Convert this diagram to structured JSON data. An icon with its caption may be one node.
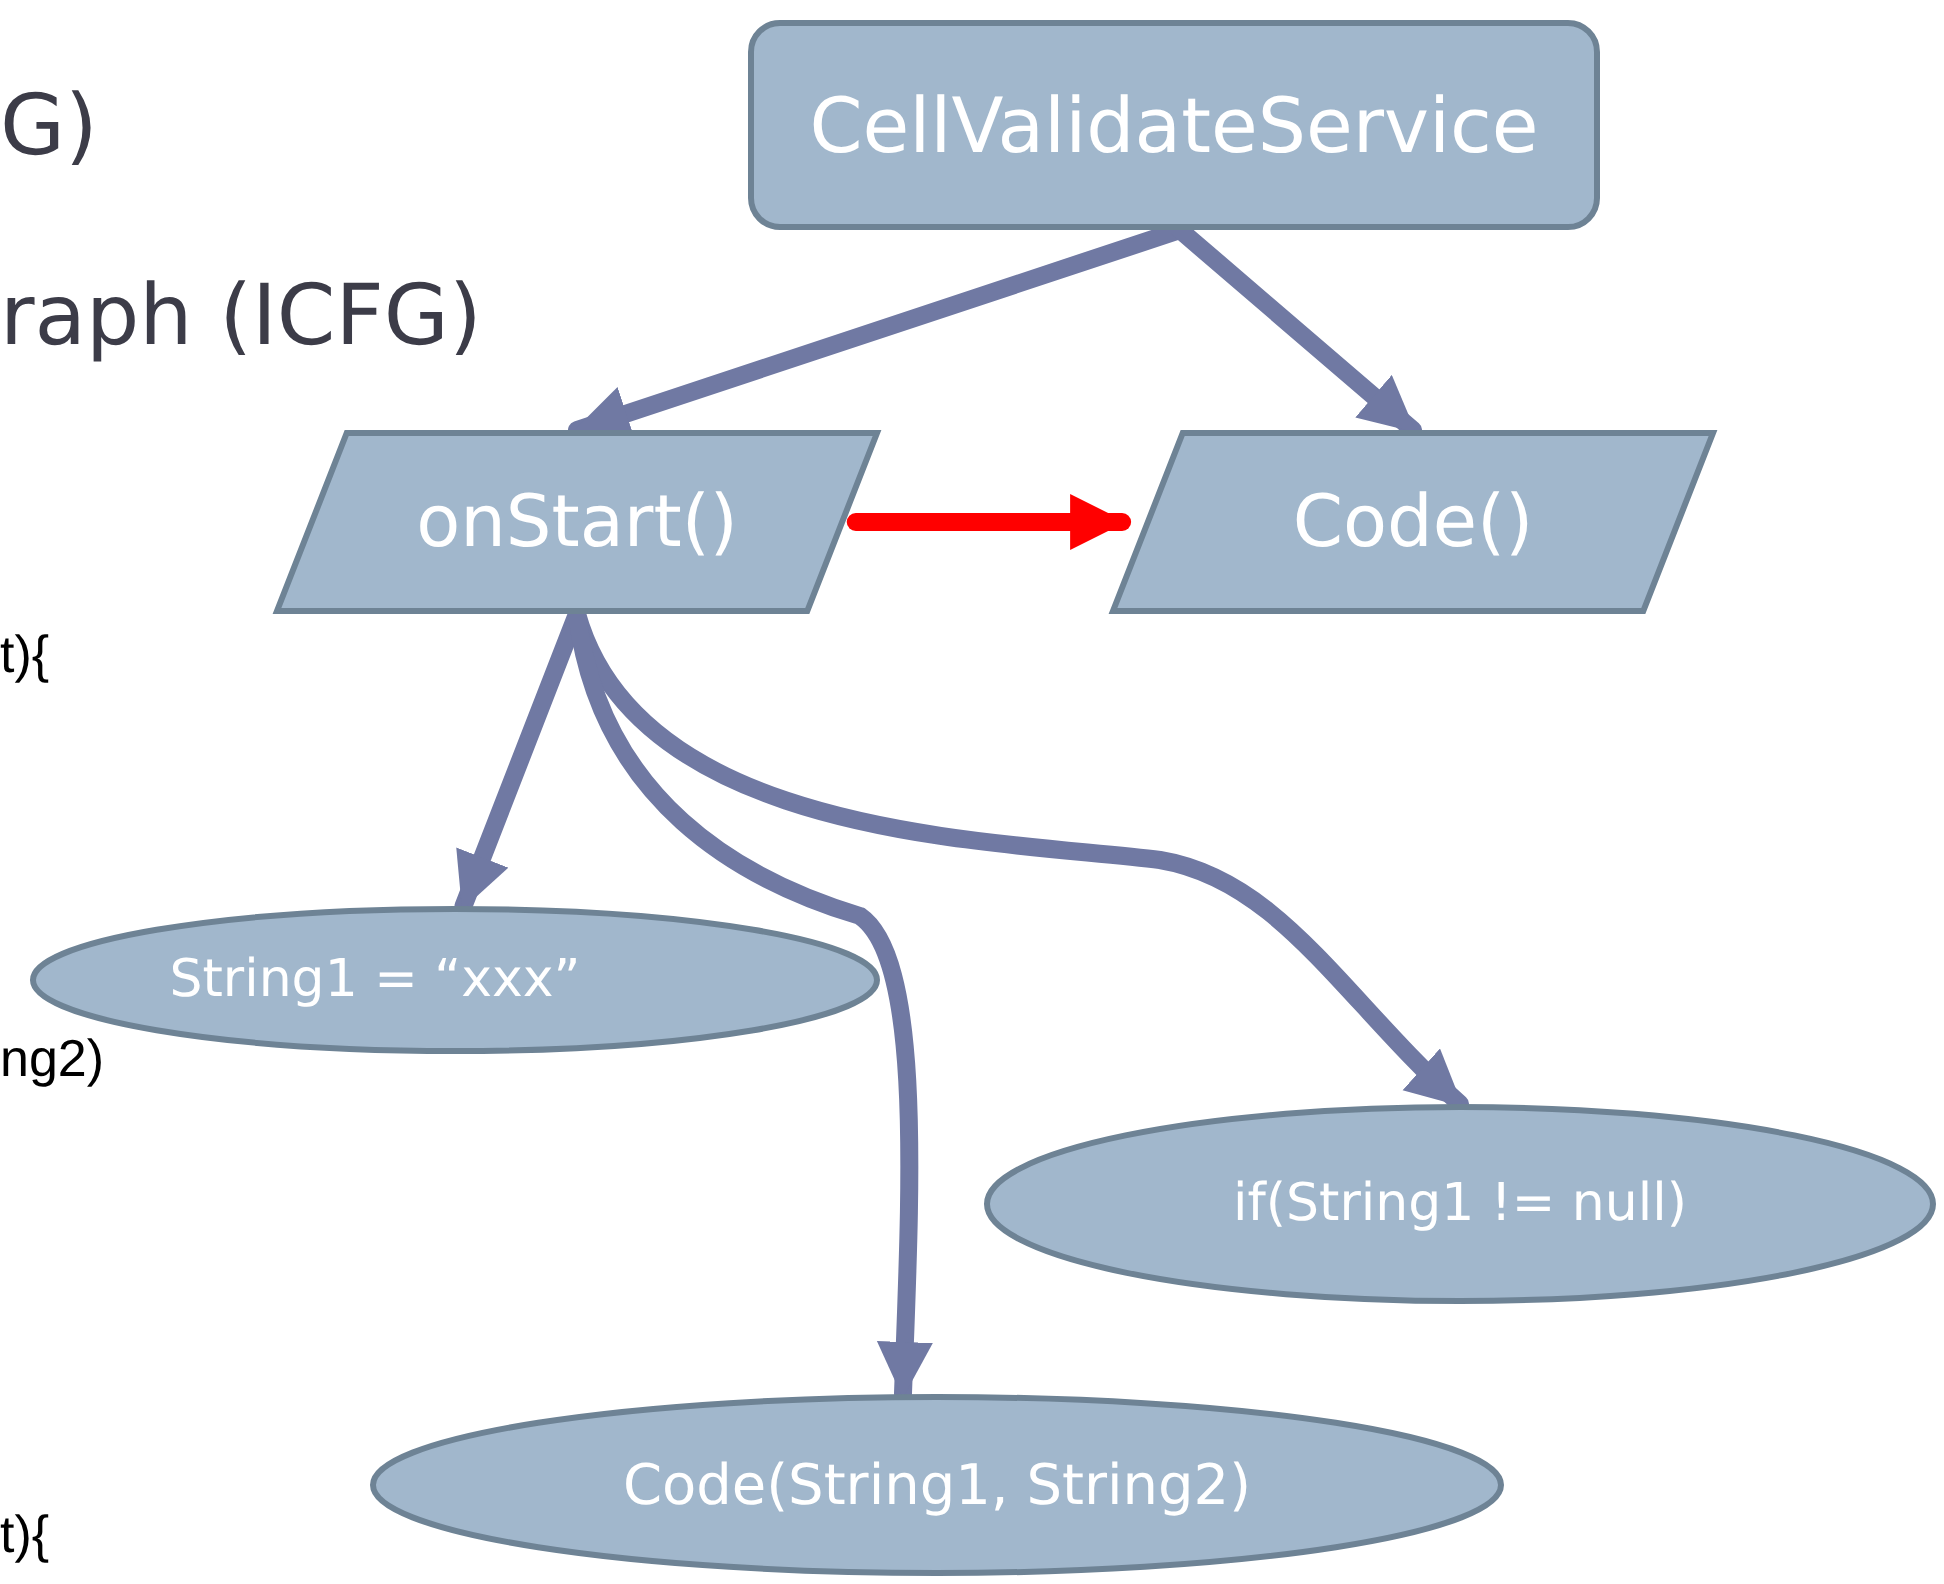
{
  "diagram": {
    "nodes": [
      {
        "text": [
          "CellValidateService"
        ]
      },
      {
        "text": [
          "onStart()"
        ]
      },
      {
        "text": [
          "Code()"
        ]
      },
      {
        "text": [
          "String1 = “xxx”"
        ]
      },
      {
        "text": [
          "if(String1 != null)"
        ]
      },
      {
        "text": [
          "Code(String1, String2)"
        ]
      }
    ],
    "edges": [
      {
        "from": 0,
        "to": 1,
        "arrow": "to"
      },
      {
        "from": 0,
        "to": 2,
        "arrow": "to"
      },
      {
        "from": 1,
        "to": 2,
        "arrow": "to",
        "color": "#ff0000"
      },
      {
        "from": 1,
        "to": 3,
        "arrow": "to"
      },
      {
        "from": 1,
        "to": 4,
        "arrow": "to"
      },
      {
        "from": 1,
        "to": 5,
        "arrow": "to"
      }
    ],
    "labels": [
      "G)",
      "raph (ICFG)",
      "t){",
      "ng2)",
      "t){"
    ]
  }
}
